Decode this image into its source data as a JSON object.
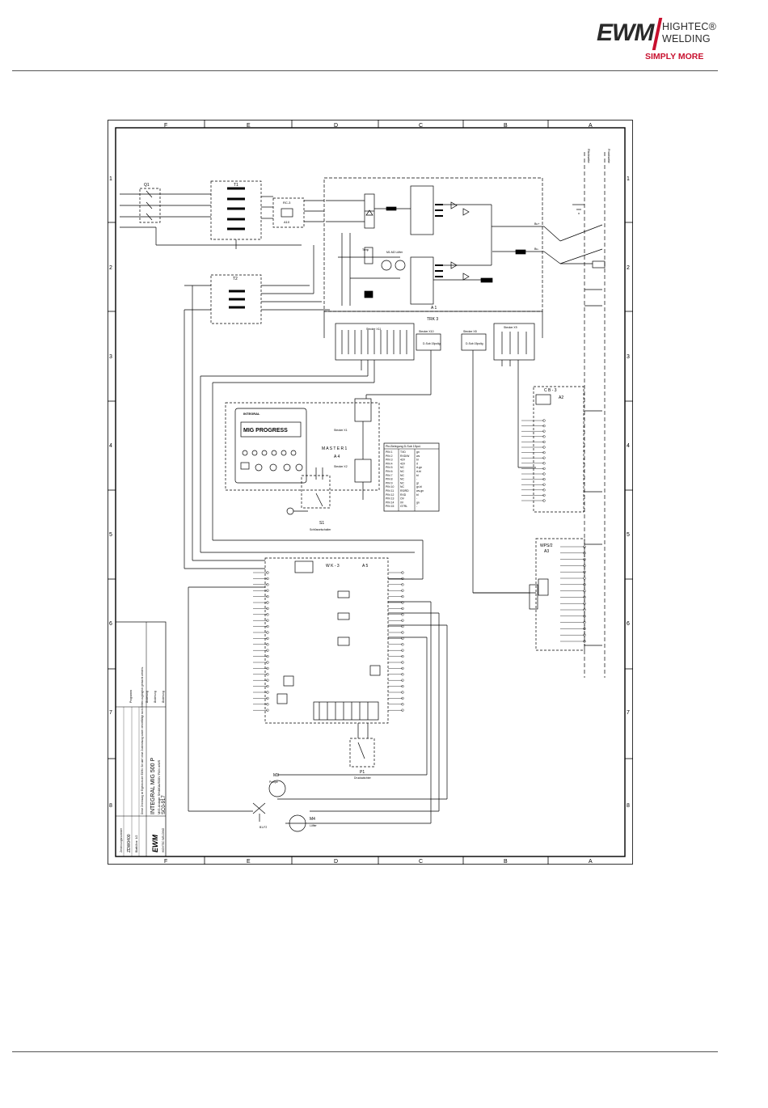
{
  "header": {
    "logo_brand": "EWM",
    "logo_line1": "HIGHTEC®",
    "logo_line2": "WELDING",
    "logo_tagline": "SIMPLY MORE",
    "brand_color": "#c8102e"
  },
  "diagram": {
    "grid_letters": [
      "F",
      "E",
      "D",
      "C",
      "B",
      "A"
    ],
    "grid_numbers": [
      "1",
      "2",
      "3",
      "4",
      "5",
      "6",
      "7",
      "8"
    ],
    "components": {
      "q1": "Q1",
      "t1": "T1",
      "t2": "T2",
      "a1": "A 1",
      "trk": "TRK 3",
      "rc": "RC-3",
      "a10": "A10",
      "master": "M A S T E R 1",
      "a4": "A 4",
      "s1": "S1",
      "s1_label": "Schlüsselschalter",
      "wk": "W K - 3",
      "a5": "A 5",
      "cb": "C B - 3",
      "a2": "A2",
      "wps": "WPS/2",
      "a3": "A3",
      "m3": "M3",
      "m3_label": "Pumpe",
      "m4": "M4",
      "m4_label": "Lüfter",
      "p1": "P1",
      "p1_label": "Druckwächter",
      "b1f2": "B1-F2",
      "temp": "Temp",
      "m1m2": "M1-M2 Lüfter",
      "stecker_x11": "Stecker X11",
      "stecker_x10": "Stecker X10",
      "stecker_x8": "Stecker X8",
      "stecker_x9": "Stecker X9",
      "stecker_x1": "Stecker X1",
      "stecker_x2": "Stecker X2",
      "dsub": "D-Sub 15polig",
      "panel_brand": "INTEGRAL",
      "panel_title": "MIG PROGRESS",
      "frontseite": "Frontseite",
      "rueckseite": "Rückseite",
      "dc_plus": "Bu+",
      "dc_minus": "Bu-"
    },
    "pin_table": {
      "title": "Pin-Belegung D-Sub 15pol.",
      "rows": [
        [
          "PIN 1",
          "TXD",
          "gn"
        ],
        [
          "PIN 2",
          "RXD/W",
          "ws"
        ],
        [
          "PIN 3",
          "42V",
          "br"
        ],
        [
          "PIN 4",
          "42V",
          "rt"
        ],
        [
          "PIN 5",
          "NC",
          "rt-gn"
        ],
        [
          "PIN 6",
          "NC",
          "rt-bl"
        ],
        [
          "PIN 7",
          "NC",
          "bl"
        ],
        [
          "PIN 8",
          "NC",
          "-"
        ],
        [
          "PIN 9",
          "NC",
          "gr"
        ],
        [
          "PIN 10",
          "NC",
          "gr-bl"
        ],
        [
          "PIN 11",
          "RS/RD",
          "ws-gn"
        ],
        [
          "PIN 12",
          "RXD",
          "bl"
        ],
        [
          "PIN 13",
          "OV",
          "-"
        ],
        [
          "PIN 14",
          "0V",
          "gn"
        ],
        [
          "PIN 15",
          "GTRL",
          "-"
        ]
      ]
    },
    "title_block": {
      "title": "INTEGRAL MIG 500 P",
      "subtitle": "MIG-Anlage SH480A/500V PAN wWS",
      "doc_code": "SC0-917",
      "drawing_no": "Zeichnungsnummer",
      "drawing_value": "ZDW0400",
      "sheet": "Blatt/Anz: 1/2",
      "company": "EWM",
      "company_sub": "HIGHTEC WELDING",
      "note": "Diese Zeichnung ist Eigentum der EWM. Sie darf ohne Zustimmung weder vervielfältigt noch Dritten zugänglich gemacht werden.",
      "rev_labels": [
        "Änderung",
        "Änderung",
        "Änderung",
        "Programm"
      ]
    }
  }
}
